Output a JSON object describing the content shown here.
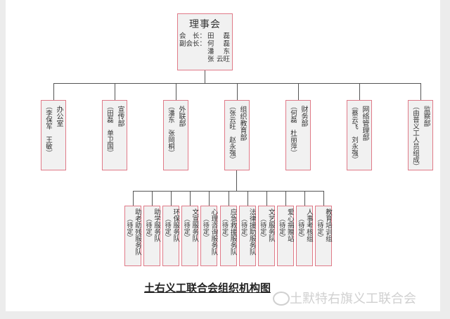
{
  "council": {
    "title": "理事会",
    "members": [
      {
        "role": "会　长：",
        "a": "田",
        "b": "磊"
      },
      {
        "role": "副会长：",
        "a": "何",
        "b": "磊"
      },
      {
        "role": "",
        "a": "潘",
        "b": "东"
      },
      {
        "role": "",
        "a": "张",
        "b": "云旺"
      }
    ]
  },
  "departments": [
    {
      "name": "办公室",
      "people": "（李保军　王敏）"
    },
    {
      "name": "宣传部",
      "people": "（田磊　单卫国）"
    },
    {
      "name": "外联部",
      "people": "（潘东　张岡桐）"
    },
    {
      "name": "组织教育部",
      "people": "（张云旺　赵永强）"
    },
    {
      "name": "财务部",
      "people": "（何磊　杜丽萍）"
    },
    {
      "name": "网络管理部",
      "people": "（蔡云飞　刘永强）"
    },
    {
      "name": "监察部",
      "people": "（由普义工人员组成）"
    }
  ],
  "teams": [
    {
      "name": "助老助残服务队",
      "people": "（待定）"
    },
    {
      "name": "助学服务队",
      "people": "（待定）"
    },
    {
      "name": "环保服务队",
      "people": "（待定）"
    },
    {
      "name": "文宣服务队",
      "people": "（待定）"
    },
    {
      "name": "心理咨询服务队",
      "people": "（待定）"
    },
    {
      "name": "应急救援服务队",
      "people": "（待定）"
    },
    {
      "name": "法律援助服务队",
      "people": "（待定）"
    },
    {
      "name": "文艺服务队",
      "people": "（待定）"
    },
    {
      "name": "爱心捐赠站",
      "people": "（待定）"
    },
    {
      "name": "人事考核组",
      "people": "（待定）"
    },
    {
      "name": "教育培训组",
      "people": "（待定）"
    }
  ],
  "caption": "土右义工联合会组织机构图",
  "watermark": "土默特右旗义工联合会",
  "colors": {
    "box_border": "#e07a88",
    "box_fill": "#f1f1f1"
  }
}
